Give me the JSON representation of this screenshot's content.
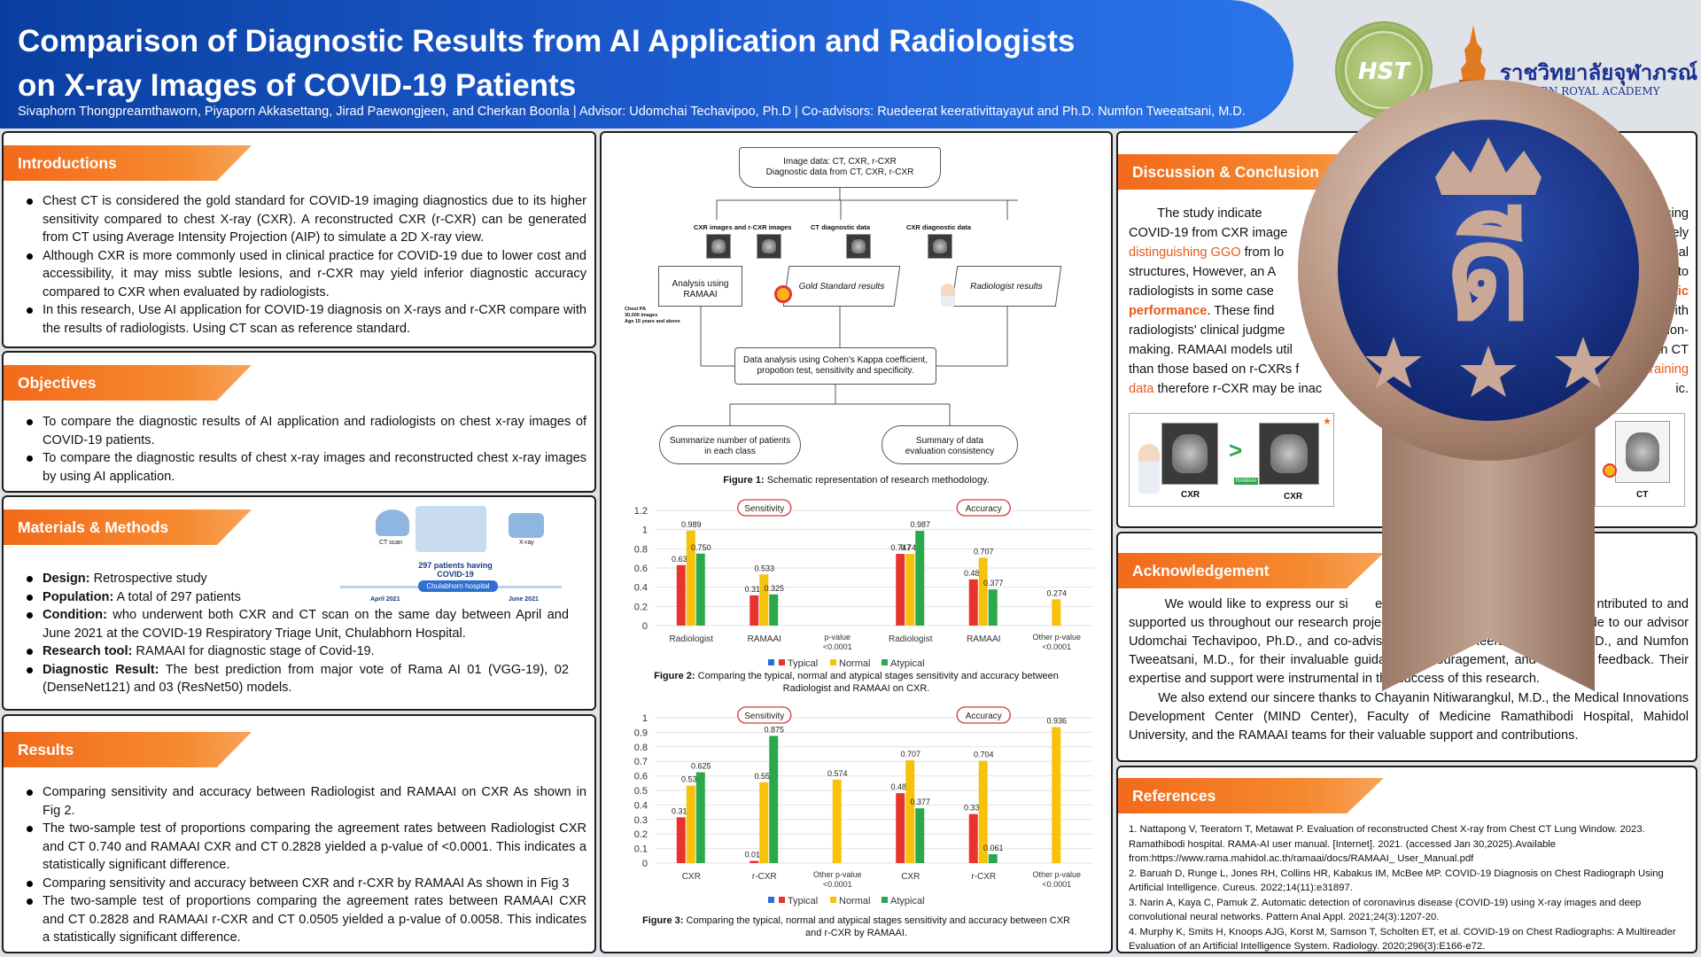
{
  "header": {
    "title_line1": "Comparison of Diagnostic Results from AI Application and Radiologists",
    "title_line2": "on X-ray Images of COVID-19 Patients",
    "authors": "Sivaphorn Thongpreamthaworn, Piyaporn Akkasettang, Jirad Paewongjeen, and Cherkan Boonla | Advisor: Udomchai Techavipoo, Ph.D | Co-advisors:  Ruedeerat keerativittayayut and Ph.D. Numfon Tweeatsani, M.D.",
    "logo_text": "HST",
    "academy_th": "ราชวิทยาลัยจุฬาภรณ์",
    "academy_en": "LABHORN ROYAL ACADEMY"
  },
  "introductions": {
    "heading": "Introductions",
    "items": [
      "Chest CT is considered the gold standard for COVID-19 imaging diagnostics due to its higher sensitivity compared to chest X-ray (CXR). A reconstructed CXR (r-CXR) can be generated from CT using Average Intensity Projection (AIP) to simulate a 2D X-ray view.",
      "Although CXR is more commonly used in clinical practice for COVID-19 due to lower cost and accessibility, it may miss subtle lesions, and r-CXR may yield inferior diagnostic accuracy compared to CXR when evaluated by radiologists.",
      "In this research, Use AI application for COVID-19 diagnosis on X-rays and r-CXR compare with the results of radiologists. Using CT scan as reference standard."
    ]
  },
  "objectives": {
    "heading": "Objectives",
    "items": [
      "To compare the diagnostic results of AI application and radiologists on chest x-ray images of COVID-19 patients.",
      "To compare the diagnostic results of chest x-ray images and reconstructed chest x-ray images by using AI application."
    ]
  },
  "methods": {
    "heading": "Materials & Methods",
    "illus": {
      "ct_label": "CT scan",
      "xray_label": "X-ray",
      "patients": "297 patients having COVID-19",
      "hospital": "Chulabhorn hospital",
      "start": "April 2021",
      "end": "June 2021"
    },
    "items": [
      {
        "bold": "Design:",
        "text": " Retrospective study"
      },
      {
        "bold": "Population:",
        "text": " A total of 297 patients"
      },
      {
        "bold": "Condition:",
        "text": " who underwent both CXR and CT scan on the same day between April and June 2021 at the COVID-19 Respiratory Triage Unit, Chulabhorn Hospital."
      },
      {
        "bold": "Research tool:",
        "text": " RAMAAI for diagnostic stage of Covid-19."
      },
      {
        "bold": "Diagnostic Result:",
        "text": " The best prediction from major vote of Rama AI 01 (VGG-19), 02 (DenseNet121) and 03 (ResNet50) models."
      }
    ]
  },
  "results": {
    "heading": "Results",
    "items": [
      "Comparing sensitivity and accuracy between Radiologist and RAMAAI on CXR As shown in Fig 2.",
      "The two-sample test of proportions comparing the agreement rates between Radiologist CXR and CT 0.740 and RAMAAI CXR and CT 0.2828 yielded a p-value of <0.0001. This indicates a statistically significant difference.",
      "Comparing sensitivity and accuracy between CXR and r-CXR by RAMAAI As shown in Fig 3",
      "The two-sample test of proportions comparing the agreement rates between RAMAAI CXR and CT 0.2828 and RAMAAI r-CXR and CT 0.0505 yielded a p-value of 0.0058. This indicates a statistically significant difference."
    ]
  },
  "flowchart": {
    "top": "Image data: CT, CXR, r-CXR\nDiagnostic data from CT, CXR, r-CXR",
    "lbl_images": "CXR images and r-CXR images",
    "lbl_ct": "CT diagnostic data",
    "lbl_cxr": "CXR diagnostic data",
    "box_ai": "Analysis using RAMAAI",
    "box_gold": "Gold Standard results",
    "box_rad": "Radiologist results",
    "ai_notes": [
      "Chest PA",
      "30,000 images",
      "Age 15 years and above"
    ],
    "box_analysis": "Data analysis using  Cohen's Kappa coefficient, propotion test, sensitivity and specificity.",
    "box_sum1": "Summarize number of patients in each class",
    "box_sum2": "Summary of data evaluation consistency",
    "caption_bold": "Figure 1:",
    "caption": " Schematic representation of research methodology."
  },
  "chart_data": [
    {
      "type": "bar",
      "title": "",
      "panels": [
        "Sensitivity",
        "Accuracy"
      ],
      "categories": [
        "Radiologist",
        "RAMAAI",
        "p-value <0.0001",
        "Radiologist",
        "RAMAAI",
        "Other p-value <0.0001"
      ],
      "series": [
        {
          "name": "Typical",
          "values": [
            0.63,
            0.315,
            null,
            0.747,
            0.481,
            null
          ]
        },
        {
          "name": "Normal",
          "values": [
            0.989,
            0.533,
            null,
            0.747,
            0.707,
            0.274
          ]
        },
        {
          "name": "Atypical",
          "values": [
            0.75,
            0.325,
            null,
            0.987,
            0.377,
            null
          ]
        }
      ],
      "yticks": [
        "0",
        "0.2",
        "0.4",
        "0.6",
        "0.8",
        "1",
        "1.2"
      ],
      "ylim": [
        0,
        1.2
      ],
      "colors": {
        "Typical": "#e8332f",
        "Normal": "#f6c20a",
        "Atypical": "#2aa84a"
      },
      "caption_bold": "Figure 2:",
      "caption": " Comparing the typical, normal and atypical stages sensitivity and accuracy between Radiologist and  RAMAAI on CXR."
    },
    {
      "type": "bar",
      "title": "",
      "panels": [
        "Sensitivity",
        "Accuracy"
      ],
      "categories": [
        "CXR",
        "r-CXR",
        "Other p-value <0.0001",
        "CXR",
        "r-CXR",
        "Other p-value <0.0001"
      ],
      "series": [
        {
          "name": "Typical",
          "values": [
            0.315,
            0.015,
            null,
            0.481,
            0.337,
            null
          ]
        },
        {
          "name": "Normal",
          "values": [
            0.533,
            0.556,
            0.574,
            0.707,
            0.704,
            0.936
          ]
        },
        {
          "name": "Atypical",
          "values": [
            0.625,
            0.875,
            null,
            0.377,
            0.061,
            null
          ]
        }
      ],
      "yticks": [
        "0",
        "0.1",
        "0.2",
        "0.3",
        "0.4",
        "0.5",
        "0.6",
        "0.7",
        "0.8",
        "0.9",
        "1"
      ],
      "ylim": [
        0,
        1
      ],
      "colors": {
        "Typical": "#e8332f",
        "Normal": "#f6c20a",
        "Atypical": "#2aa84a"
      },
      "caption_bold": "Figure 3:",
      "caption": " Comparing the typical, normal and atypical stages sensitivity and accuracy between CXR and r-CXR by RAMAAI."
    }
  ],
  "discussion": {
    "heading": "Discussion & Conclusion",
    "lines": [
      {
        "parts": [
          {
            "t": "        The study indicate"
          },
          {
            "t": "nosing",
            "right": true
          }
        ]
      },
      {
        "parts": [
          {
            "t": "COVID-19 from CXR image"
          },
          {
            "t": "rately",
            "right": true
          }
        ]
      },
      {
        "parts": [
          {
            "t": "distinguishing GGO",
            "o": true
          },
          {
            "t": " from lo"
          },
          {
            "t": "mical",
            "right": true
          }
        ]
      },
      {
        "parts": [
          {
            "t": "structures, However, an A"
          },
          {
            "t": "e to",
            "right": true
          }
        ]
      },
      {
        "parts": [
          {
            "t": "radiologists in some case"
          },
          {
            "t": "ostic",
            "right": true,
            "o": true
          }
        ]
      },
      {
        "parts": [
          {
            "t": "performance",
            "o": true
          },
          {
            "t": ". These find"
          },
          {
            "t": "with",
            "right": true
          }
        ]
      },
      {
        "parts": [
          {
            "t": "radiologists' clinical judgme"
          },
          {
            "t": "ecision-",
            "right": true
          }
        ]
      },
      {
        "parts": [
          {
            "t": "making. RAMAAI models util"
          },
          {
            "t": "with CT",
            "right": true
          }
        ]
      },
      {
        "parts": [
          {
            "t": "than those based on r-CXRs f"
          },
          {
            "t": "training",
            "right": true,
            "o": true
          }
        ]
      },
      {
        "parts": [
          {
            "t": "data",
            "o": true
          },
          {
            "t": " therefore r-CXR may be inac"
          },
          {
            "t": "ic.",
            "right": true
          }
        ]
      }
    ],
    "img_cxr1": "CXR",
    "img_cxr2": "CXR",
    "img_ct": "CT",
    "ramaai_tag": "RAMAAI"
  },
  "medal": {
    "glyph": "ดี"
  },
  "acknowledgement": {
    "heading": "Acknowledgement",
    "p1": "        We would like to express our si      ere appreciation to everyone who      ntributed to and supported us throughout our research project. We extended our deepest gratitude to our advisor Udomchai Techavipoo, Ph.D., and co-advisors Ruedeerat Keerativittayayut, Ph.D., and Numfon Tweeatsani, M.D., for their invaluable guidance, encouragement, and insightful feedback. Their expertise and support were instrumental in the success of this research.",
    "p2": "        We also extend our sincere thanks to Chayanin Nitiwarangkul, M.D., the Medical Innovations Development Center (MIND Center), Faculty of Medicine Ramathibodi Hospital, Mahidol University, and the RAMAAI teams for their valuable support and contributions."
  },
  "references": {
    "heading": "References",
    "items": [
      "1. Nattapong V, Teeratorn T, Metawat P. Evaluation of reconstructed Chest X-ray from Chest CT Lung Window. 2023. Ramathibodi hospital. RAMA-AI user manual. [Internet]. 2021. (accessed Jan 30,2025).Available from:https://www.rama.mahidol.ac.th/ramaai/docs/RAMAAI_ User_Manual.pdf",
      "2. Baruah D, Runge L, Jones RH, Collins HR, Kabakus IM, McBee MP. COVID-19 Diagnosis on Chest Radiograph Using Artificial Intelligence. Cureus. 2022;14(11):e31897.",
      "3. Narin A, Kaya C, Pamuk Z. Automatic detection of coronavirus disease (COVID-19) using X-ray images and deep convolutional neural networks. Pattern Anal Appl. 2021;24(3):1207-20.",
      "4. Murphy K, Smits H, Knoops AJG, Korst M, Samson T, Scholten ET, et al. COVID-19 on Chest Radiographs: A Multireader Evaluation of an Artificial Intelligence System. Radiology. 2020;296(3):E166-e72."
    ]
  }
}
